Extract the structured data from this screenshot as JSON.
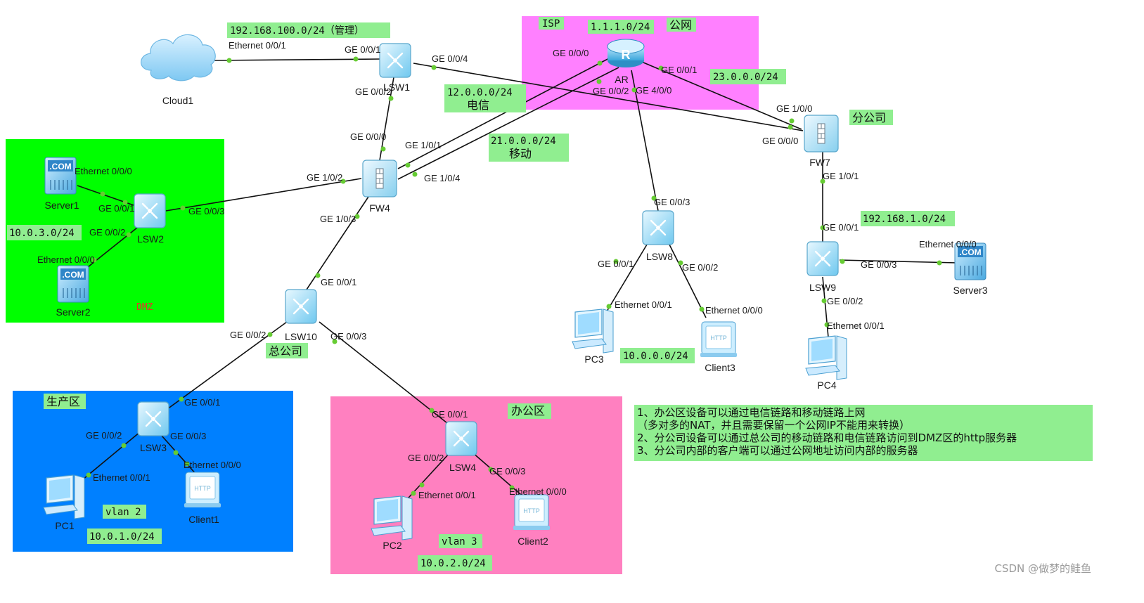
{
  "zones": {
    "isp": "ISP",
    "dmz": "DMZ",
    "production": "生产区",
    "office": "办公区",
    "branch": "分公司",
    "hq": "总公司"
  },
  "networks": {
    "mgmt": "192.168.100.0/24（管理）",
    "public": "1.1.1.0/24",
    "public_cn": "公网",
    "telecom": "12.0.0.0/24",
    "telecom_cn": "电信",
    "mobile": "21.0.0.0/24",
    "mobile_cn": "移动",
    "branch_wan": "23.0.0.0/24",
    "dmz_net": "10.0.3.0/24",
    "branch_lan": "192.168.1.0/24",
    "isp_lan": "10.0.0.0/24",
    "vlan2": "vlan 2",
    "net_vlan2": "10.0.1.0/24",
    "vlan3": "vlan 3",
    "net_vlan3": "10.0.2.0/24"
  },
  "devices": {
    "cloud1": "Cloud1",
    "lsw1": "LSW1",
    "ar": "AR",
    "fw4": "FW4",
    "fw7": "FW7",
    "lsw2": "LSW2",
    "server1": "Server1",
    "server2": "Server2",
    "lsw8": "LSW8",
    "pc3": "PC3",
    "client3": "Client3",
    "lsw9": "LSW9",
    "server3": "Server3",
    "pc4": "PC4",
    "lsw10": "LSW10",
    "lsw3": "LSW3",
    "pc1": "PC1",
    "client1": "Client1",
    "lsw4": "LSW4",
    "pc2": "PC2",
    "client2": "Client2"
  },
  "ports": {
    "cloud_e001": "Ethernet 0/0/1",
    "lsw1_ge001": "GE 0/0/1",
    "lsw1_ge004": "GE 0/0/4",
    "lsw1_ge002": "GE 0/0/2",
    "fw4_ge000": "GE 0/0/0",
    "fw4_ge101": "GE 1/0/1",
    "fw4_ge102": "GE 1/0/2",
    "fw4_ge104": "GE 1/0/4",
    "fw4_ge103": "GE 1/0/3",
    "ar_ge000": "GE 0/0/0",
    "ar_ge001": "GE 0/0/1",
    "ar_ge002": "GE 0/0/2",
    "ar_ge400": "GE 4/0/0",
    "fw7_ge100": "GE 1/0/0",
    "fw7_ge000": "GE 0/0/0",
    "fw7_ge101": "GE 1/0/1",
    "lsw2_e000": "Ethernet 0/0/0",
    "lsw2_ge001": "GE 0/0/1",
    "lsw2_ge003": "GE 0/0/3",
    "lsw2_ge002": "GE 0/0/2",
    "server2_e000": "Ethernet 0/0/0",
    "lsw8_ge003": "GE 0/0/3",
    "lsw8_ge001": "GE 0/0/1",
    "lsw8_ge002": "GE 0/0/2",
    "pc3_e001": "Ethernet 0/0/1",
    "client3_e000": "Ethernet 0/0/0",
    "lsw9_ge001": "GE 0/0/1",
    "lsw9_ge003": "GE 0/0/3",
    "server3_e000": "Ethernet 0/0/0",
    "lsw9_ge002": "GE 0/0/2",
    "pc4_e001": "Ethernet 0/0/1",
    "lsw10_ge001": "GE 0/0/1",
    "lsw10_ge002": "GE 0/0/2",
    "lsw10_ge003": "GE 0/0/3",
    "lsw3_ge001": "GE 0/0/1",
    "lsw3_ge002": "GE 0/0/2",
    "lsw3_ge003": "GE 0/0/3",
    "pc1_e001": "Ethernet 0/0/1",
    "client1_e000": "Ethernet 0/0/0",
    "lsw4_ge001": "GE 0/0/1",
    "lsw4_ge002": "GE 0/0/2",
    "lsw4_ge003": "GE 0/0/3",
    "pc2_e001": "Ethernet 0/0/1",
    "client2_e000": "Ethernet 0/0/0"
  },
  "requirements": [
    "1、办公区设备可以通过电信链路和移动链路上网",
    "（多对多的NAT，并且需要保留一个公网IP不能用来转换）",
    "2、分公司设备可以通过总公司的移动链路和电信链路访问到DMZ区的http服务器",
    "3、分公司内部的客户端可以通过公网地址访问内部的服务器"
  ],
  "watermark": "CSDN @做梦的鲑鱼",
  "icon_text": {
    "server": ".COM",
    "http": "HTTP",
    "router": "R"
  },
  "colors": {
    "isp_zone": "#ff80ff",
    "dmz_zone": "#00ff00",
    "production_zone": "#0080ff",
    "office_zone": "#ff80c0",
    "label_bg": "#90ee90",
    "link_dot": "#66cc33"
  }
}
